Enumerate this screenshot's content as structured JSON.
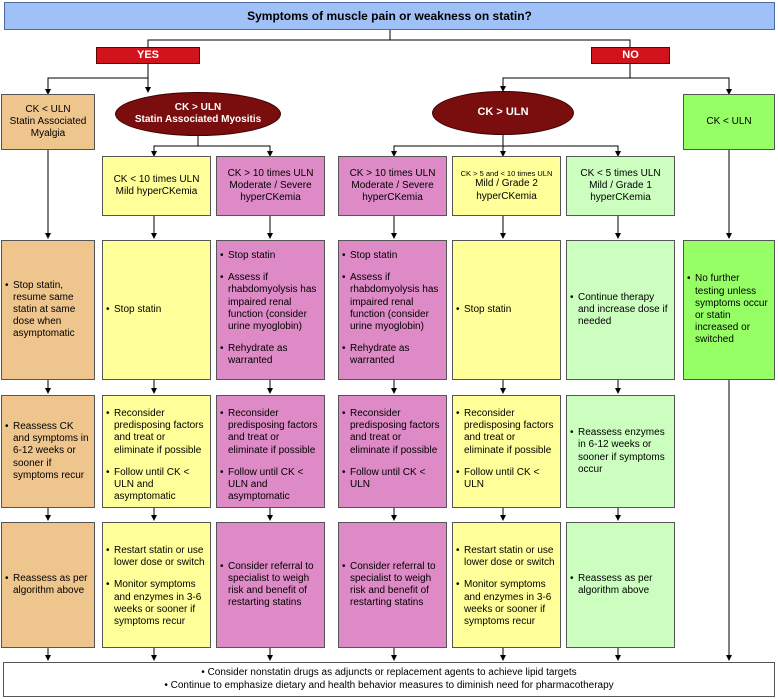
{
  "title": "Symptoms of muscle pain or weakness on statin?",
  "yes_label": "YES",
  "no_label": "NO",
  "colors": {
    "title_fill": "#9FC1F7",
    "tag_red": "#D1141C",
    "oval": "#7A0D0D",
    "orange": "#EFC58E",
    "yellow": "#FFFF99",
    "pink": "#DE8AC6",
    "light_green": "#CCFFBF",
    "bright_green": "#96FF66"
  },
  "ovals": {
    "yes": {
      "line1": "CK > ULN",
      "line2": "Statin Associated Myositis"
    },
    "no": {
      "line1": "CK > ULN"
    }
  },
  "columns": {
    "myalgia": {
      "head": [
        "CK < ULN",
        "Statin Associated",
        "Myalgia"
      ],
      "row1": [
        "Stop statin, resume same statin at same dose when asymptomatic"
      ],
      "row2": [
        "Reassess CK and symptoms in 6-12 weeks or sooner if symptoms recur"
      ],
      "row3": [
        "Reassess as per algorithm above"
      ]
    },
    "yes_mild": {
      "head": [
        "CK < 10 times ULN",
        "Mild hyperCKemia"
      ],
      "row1": [
        "Stop statin"
      ],
      "row2": [
        "Reconsider predisposing factors and treat or eliminate if possible",
        "Follow until CK < ULN and asymptomatic"
      ],
      "row3": [
        "Restart statin or use lower dose or switch",
        "Monitor symptoms and enzymes in 3-6 weeks or sooner if symptoms recur"
      ]
    },
    "yes_severe": {
      "head": [
        "CK > 10 times ULN",
        "Moderate / Severe",
        "hyperCKemia"
      ],
      "row1": [
        "Stop statin",
        "Assess if rhabdomyolysis has impaired renal function (consider urine myoglobin)",
        "Rehydrate as warranted"
      ],
      "row2": [
        "Reconsider predisposing factors and treat or eliminate if possible",
        "Follow until CK < ULN and asymptomatic"
      ],
      "row3": [
        "Consider referral to specialist to weigh risk and benefit of restarting statins"
      ]
    },
    "no_severe": {
      "head": [
        "CK > 10 times ULN",
        "Moderate / Severe",
        "hyperCKemia"
      ],
      "row1": [
        "Stop statin",
        "Assess if rhabdomyolysis has impaired renal function (consider urine myoglobin)",
        "Rehydrate as warranted"
      ],
      "row2": [
        "Reconsider predisposing factors and treat or eliminate if possible",
        "Follow until CK < ULN"
      ],
      "row3": [
        "Consider referral to specialist to weigh risk and benefit of restarting statins"
      ]
    },
    "no_grade2": {
      "head": [
        "CK > 5 and < 10 times ULN",
        "Mild / Grade 2",
        "hyperCKemia"
      ],
      "row1": [
        "Stop statin"
      ],
      "row2": [
        "Reconsider predisposing factors and treat or eliminate if possible",
        "Follow until CK < ULN"
      ],
      "row3": [
        "Restart statin or use lower dose or switch",
        "Monitor symptoms and enzymes in 3-6 weeks or sooner if symptoms recur"
      ]
    },
    "no_grade1": {
      "head": [
        "CK < 5 times ULN",
        "Mild / Grade 1",
        "hyperCKemia"
      ],
      "row1": [
        "Continue therapy and increase dose if needed"
      ],
      "row2": [
        "Reassess enzymes in 6-12 weeks or sooner if symptoms occur"
      ],
      "row3": [
        "Reassess as per algorithm above"
      ]
    },
    "no_normal": {
      "head": [
        "CK < ULN"
      ],
      "row1": [
        "No further testing unless symptoms occur or statin increased or switched"
      ]
    }
  },
  "footer": [
    "Consider nonstatin drugs as adjuncts or replacement agents to achieve lipid targets",
    "Continue to emphasize dietary and health behavior measures to diminish need for pharmacotherapy"
  ]
}
